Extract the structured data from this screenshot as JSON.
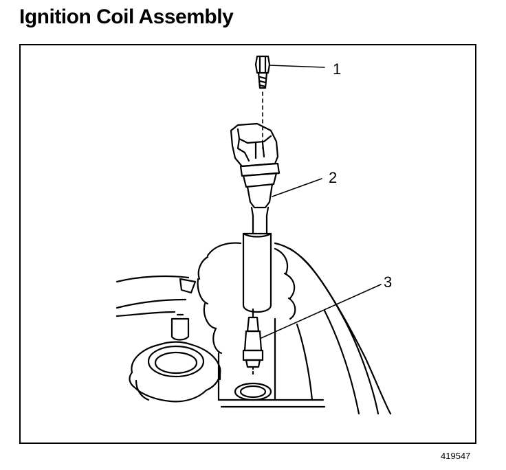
{
  "title": "Ignition Coil Assembly",
  "callouts": [
    {
      "number": "1",
      "part": "bolt-icon"
    },
    {
      "number": "2",
      "part": "ignition-coil-icon"
    },
    {
      "number": "3",
      "part": "spark-plug-icon"
    }
  ],
  "figure_id": "419547",
  "colors": {
    "ink": "#000000",
    "paper": "#ffffff"
  }
}
